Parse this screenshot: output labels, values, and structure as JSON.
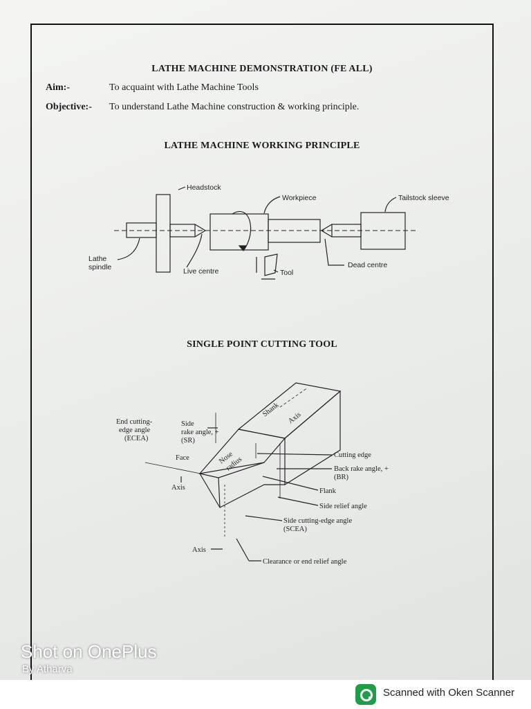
{
  "document": {
    "title": "LATHE MACHINE DEMONSTRATION (FE ALL)",
    "aim_label": "Aim:-",
    "aim_text": "To acquaint with Lathe Machine Tools",
    "objective_label": "Objective:-",
    "objective_text": "To understand Lathe Machine construction & working principle."
  },
  "figure1": {
    "title": "LATHE MACHINE WORKING PRINCIPLE",
    "labels": {
      "headstock": "Headstock",
      "workpiece": "Workpiece",
      "tailstock_sleeve": "Tailstock sleeve",
      "lathe": "Lathe",
      "spindle": "spindle",
      "live_centre": "Live centre",
      "tool": "Tool",
      "dead_centre": "Dead centre"
    }
  },
  "figure2": {
    "title": "SINGLE POINT CUTTING TOOL",
    "labels": {
      "shank": "Shank",
      "axis_top": "Axis",
      "ecea_1": "End cutting-",
      "ecea_2": "edge angle",
      "ecea_3": "(ECEA)",
      "sr_1": "Side",
      "sr_2": "rake angle, +",
      "sr_3": "(SR)",
      "face": "Face",
      "nose_radius_1": "Nose",
      "nose_radius_2": "radius",
      "axis_left": "Axis",
      "cutting_edge": "Cutting edge",
      "back_rake_1": "Back rake angle, +",
      "back_rake_2": "(BR)",
      "flank": "Flank",
      "side_relief": "Side relief angle",
      "scea_1": "Side cutting-edge angle",
      "scea_2": "(SCEA)",
      "axis_bottom": "Axis",
      "clearance": "Clearance or end relief angle"
    }
  },
  "overlay": {
    "watermark_line1": "Shot on OnePlus",
    "watermark_line2": "By Atharva",
    "scanner_text": "Scanned with Oken Scanner"
  },
  "colors": {
    "paper": "#eef0ee",
    "ink": "#1a1a1a",
    "scanner_green": "#1f9d47"
  }
}
